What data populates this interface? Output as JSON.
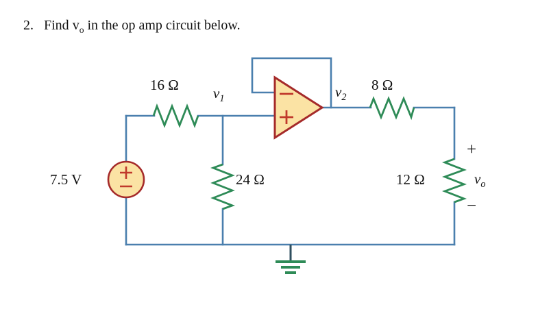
{
  "problem": {
    "number": "2.",
    "text_before": "Find",
    "variable": "v",
    "variable_sub": "o",
    "text_after": "in the op amp circuit below."
  },
  "colors": {
    "wire": "#4A7FAE",
    "resistor": "#2E8B57",
    "component_outline": "#A52A2A",
    "component_fill": "#FBE3A4",
    "sign_red": "#C0392B",
    "ground": "#2E8B57",
    "ground_stem": "#2F4F5F",
    "text": "#111111",
    "background": "#FFFFFF"
  },
  "circuit": {
    "title": "op-amp-circuit",
    "source": {
      "name": "voltage-source",
      "label": "7.5 V",
      "plus": "+",
      "minus": "−"
    },
    "resistors": [
      {
        "name": "resistor-16-ohm",
        "label": "16 Ω",
        "value": 16,
        "unit": "Ω",
        "orientation": "horizontal"
      },
      {
        "name": "resistor-8-ohm",
        "label": "8 Ω",
        "value": 8,
        "unit": "Ω",
        "orientation": "horizontal"
      },
      {
        "name": "resistor-24-ohm",
        "label": "24 Ω",
        "value": 24,
        "unit": "Ω",
        "orientation": "vertical"
      },
      {
        "name": "resistor-12-ohm",
        "label": "12 Ω",
        "value": 12,
        "unit": "Ω",
        "orientation": "vertical"
      }
    ],
    "opamp": {
      "name": "op-amp",
      "inverting_input": "−",
      "noninverting_input": "+",
      "feedback": "wire-from-output-to-inverting-input"
    },
    "nodes": [
      {
        "name": "node-v1",
        "label": "v",
        "sub": "1"
      },
      {
        "name": "node-v2",
        "label": "v",
        "sub": "2"
      }
    ],
    "output": {
      "name": "output-voltage",
      "label": "v",
      "sub": "o",
      "plus": "+",
      "minus": "−"
    },
    "ground": {
      "name": "ground-symbol",
      "label": ""
    }
  }
}
